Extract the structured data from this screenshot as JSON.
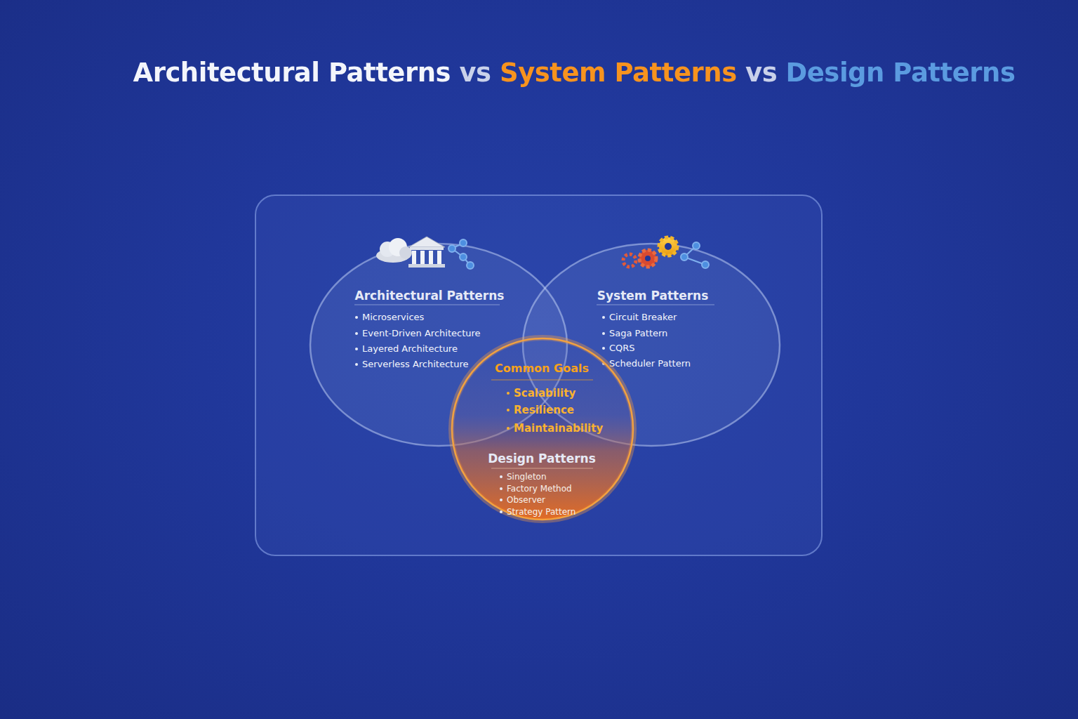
{
  "diagram": {
    "title": "Architectural Patterns vs System Patterns vs Design Patterns",
    "nodes": [
      {
        "text": [
          "Architectural Patterns",
          "Microservices",
          "Event-Driven Architecture",
          "Layered Architecture",
          "Serverless Architecture"
        ]
      },
      {
        "text": [
          "System Patterns",
          "Circuit Breaker",
          "Saga Pattern",
          "CQRS",
          "Scheduler Pattern"
        ]
      },
      {
        "text": [
          "Common Goals",
          "Scalability",
          "Resilience",
          "Maintainability",
          "Design Patterns",
          "Singleton",
          "Factory Method",
          "Observer",
          "Strategy Pattern"
        ]
      }
    ]
  }
}
